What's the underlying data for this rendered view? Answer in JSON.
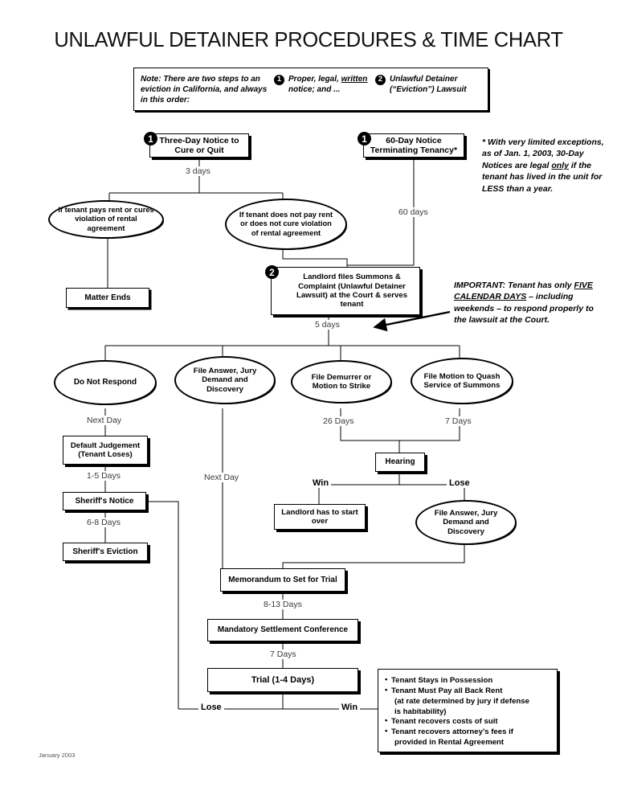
{
  "page": {
    "title": "UNLAWFUL DETAINER PROCEDURES & TIME CHART",
    "footer_date": "January 2003"
  },
  "note_box": {
    "intro": "Note: There are two steps to an eviction in California, and always in this order:",
    "step1_num": "1",
    "step1_a": "Proper, legal, ",
    "step1_underlined": "written",
    "step1_b": " notice; and ...",
    "step2_num": "2",
    "step2_text": "Unlawful Detainer (“Eviction”) Lawsuit"
  },
  "annotations": {
    "footnote": "*  With very limited exceptions, as of Jan. 1, 2003, 30-Day Notices are legal only if the tenant has lived in the unit for LESS than a year.",
    "footnote_underlined": "only",
    "important_a": "IMPORTANT: Tenant has only ",
    "important_underlined": "FIVE CALENDAR DAYS",
    "important_b": " – including weekends – to respond properly to the lawsuit at the Court."
  },
  "nodes": {
    "three_day_notice": "Three-Day Notice to Cure or Quit",
    "sixty_day_notice": "60-Day Notice Terminating Tenancy*",
    "tenant_pays": "If tenant pays rent or cures violation of rental agreement",
    "tenant_does_not_pay": "If tenant does not pay rent or does not cure violation of rental agreement",
    "matter_ends": "Matter Ends",
    "landlord_files": "Landlord files Summons & Complaint (Unlawful Detainer Lawsuit) at the Court & serves tenant",
    "do_not_respond": "Do Not Respond",
    "file_answer_jury": "File Answer, Jury Demand and Discovery",
    "file_demurrer": "File Demurrer or Motion to Strike",
    "file_motion_quash": "File Motion to Quash Service of Summons",
    "default_judgement": "Default Judgement (Tenant Loses)",
    "sheriffs_notice": "Sheriff's Notice",
    "sheriffs_eviction": "Sheriff's Eviction",
    "hearing": "Hearing",
    "landlord_start_over": "Landlord has to start over",
    "file_answer_jury2": "File Answer, Jury Demand and Discovery",
    "memorandum": "Memorandum to Set for Trial",
    "mandatory_conference": "Mandatory Settlement Conference",
    "trial": "Trial (1-4 Days)"
  },
  "badges": {
    "three_day": "1",
    "sixty_day": "1",
    "landlord_files": "2"
  },
  "edge_labels": {
    "three_days": "3 days",
    "sixty_days": "60 days",
    "five_days": "5 days",
    "next_day_left": "Next Day",
    "next_day_mid": "Next Day",
    "twentysix_days": "26 Days",
    "seven_days_quash": "7 Days",
    "one_to_five_days": "1-5 Days",
    "six_to_eight_days": "6-8 Days",
    "win_hearing": "Win",
    "lose_hearing": "Lose",
    "eight_to_thirteen_days": "8-13 Days",
    "seven_days_trial": "7 Days",
    "lose_trial": "Lose",
    "win_trial": "Win"
  },
  "outcome_box": {
    "items": [
      {
        "text": "Tenant Stays in Possession",
        "cont": false
      },
      {
        "text": "Tenant Must Pay all Back Rent",
        "cont": false
      },
      {
        "text": "(at rate determined by jury if defense",
        "cont": true
      },
      {
        "text": "is habitability)",
        "cont": true
      },
      {
        "text": "Tenant recovers costs of suit",
        "cont": false
      },
      {
        "text": "Tenant recovers attorney’s fees if",
        "cont": false
      },
      {
        "text": "provided in Rental Agreement",
        "cont": true
      }
    ]
  }
}
